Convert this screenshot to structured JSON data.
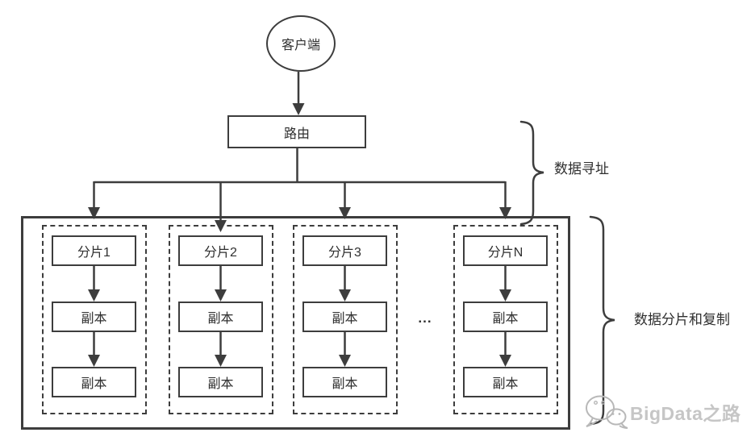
{
  "diagram": {
    "background": "#ffffff",
    "stroke_color": "#3d3d3d",
    "text_color": "#2f2f2f",
    "client": {
      "label": "客户端"
    },
    "router": {
      "label": "路由"
    },
    "ellipsis": "...",
    "shards": [
      {
        "title": "分片1",
        "replicas": [
          "副本",
          "副本"
        ]
      },
      {
        "title": "分片2",
        "replicas": [
          "副本",
          "副本"
        ]
      },
      {
        "title": "分片3",
        "replicas": [
          "副本",
          "副本"
        ]
      },
      {
        "title": "分片N",
        "replicas": [
          "副本",
          "副本"
        ]
      }
    ],
    "annotations": {
      "top": "数据寻址",
      "bottom": "数据分片和复制"
    },
    "watermark": {
      "text": "BigData之路",
      "icon": "wechat-chat-bubbles",
      "color": "#c6c6c6"
    }
  }
}
